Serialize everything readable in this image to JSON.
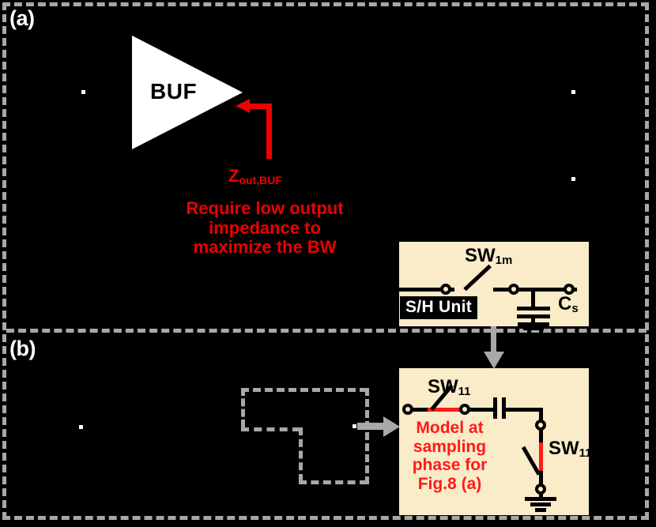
{
  "figure": {
    "panels": [
      {
        "id": "a",
        "label": "(a)"
      },
      {
        "id": "b",
        "label": "(b)"
      }
    ]
  },
  "colors": {
    "background": "#000000",
    "box_fill": "#faecc8",
    "annotation_red": "#ee0000",
    "circuit_red": "#ff1a1a",
    "dashed_gray": "#a8a8a8",
    "wire_black": "#000000",
    "label_white": "#ffffff"
  },
  "panel_a": {
    "buffer": {
      "label": "BUF"
    },
    "impedance_annotation": {
      "symbol": "Z",
      "subscript": "out,BUF"
    },
    "requirement_text": [
      "Require low output",
      "impedance to",
      "maximize the BW"
    ],
    "sh_unit": {
      "tag": "S/H Unit",
      "switch_label": "SW",
      "switch_subscript": "1m",
      "cap_label": "C",
      "cap_subscript": "s"
    }
  },
  "panel_b": {
    "model_box": {
      "switch_top_label": "SW",
      "switch_top_subscript": "11",
      "switch_side_label": "SW",
      "switch_side_subscript": "11",
      "caption": [
        "Model at",
        "sampling",
        "phase for",
        "Fig.8 (a)"
      ]
    }
  }
}
